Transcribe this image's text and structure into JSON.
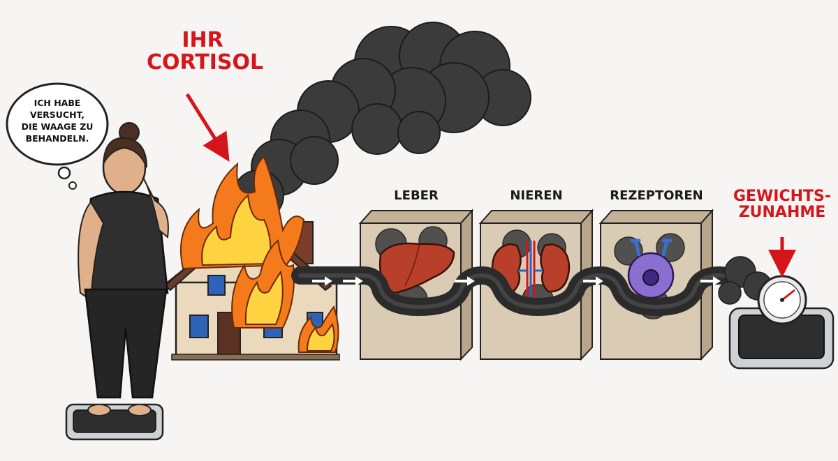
{
  "speech_bubble": {
    "line1": "ICH HABE",
    "line2": "VERSUCHT,",
    "line3": "DIE WAAGE ZU",
    "line4": "BEHANDELN."
  },
  "cortisol_label": {
    "line1": "IHR",
    "line2": "CORTISOL"
  },
  "organs": {
    "liver": "LEBER",
    "kidneys": "NIEREN",
    "receptors": "REZEPTOREN"
  },
  "weight_gain_label": {
    "line1": "GEWICHTS-",
    "line2": "ZUNAHME"
  },
  "colors": {
    "accent_red": "#d4161c",
    "smoke": "#3a3a3a",
    "flame_orange": "#f47a1c",
    "flame_yellow": "#ffd23f",
    "box_fill": "#d9cbb4",
    "liver": "#b8402a",
    "receptor_cell": "#8b6fd0"
  }
}
